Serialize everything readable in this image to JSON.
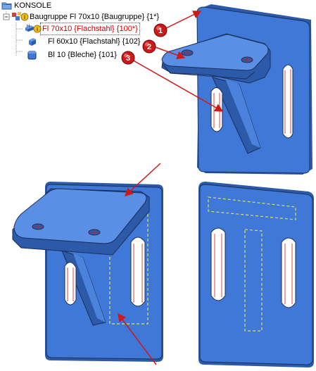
{
  "tree": {
    "root_label": "KONSOLE",
    "items": [
      {
        "label": "Baugruppe Fl 70x10 {Baugruppe} {1*}",
        "level": 1,
        "selected": false
      },
      {
        "label": "Fl 70x10 {Flachstahl} {100*}",
        "level": 2,
        "selected": true
      },
      {
        "label": "Fl 60x10 {Flachstahl} {102}",
        "level": 2,
        "selected": false
      },
      {
        "label": "Bl 10 {Bleche} {101}",
        "level": 2,
        "selected": false
      }
    ]
  },
  "callouts": [
    {
      "number": "1"
    },
    {
      "number": "2"
    },
    {
      "number": "3"
    }
  ],
  "colors": {
    "part_face": "#3f78d6",
    "part_top": "#5a8fe6",
    "part_dark": "#2c5aa8",
    "edge": "#1a2f5a",
    "callout_red": "#cc1a1a",
    "highlight_yellow": "#e0e060"
  }
}
